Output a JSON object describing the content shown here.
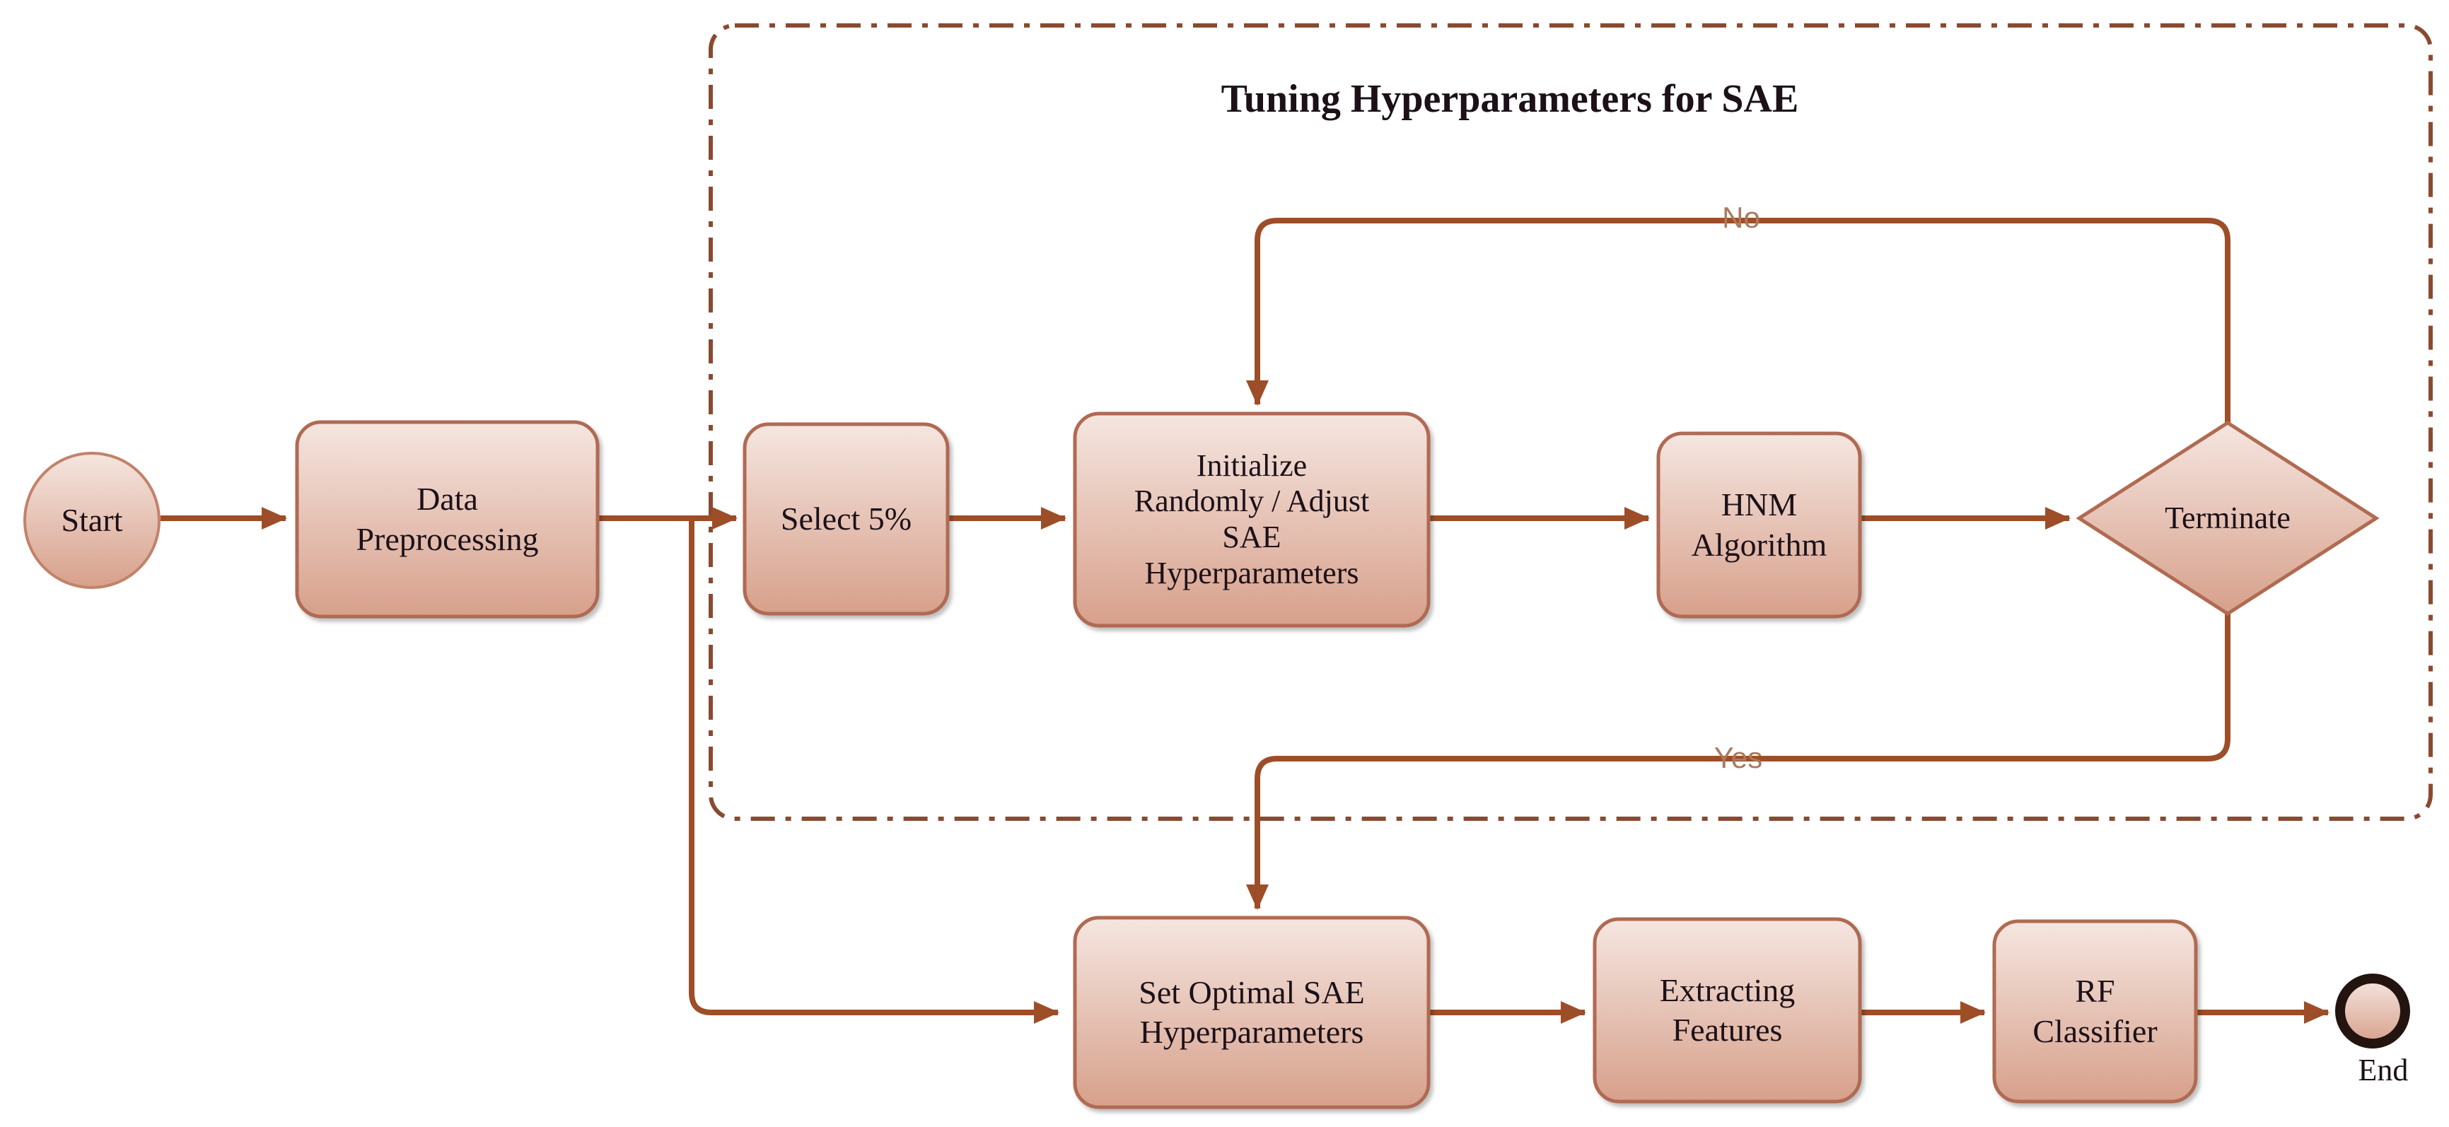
{
  "diagram": {
    "type": "flowchart",
    "container": {
      "title": "Tuning Hyperparameters for SAE",
      "border_style": "dash-dot"
    },
    "nodes": [
      {
        "id": "start",
        "shape": "circle",
        "label": "Start"
      },
      {
        "id": "data_preprocessing",
        "shape": "rounded-rect",
        "label": "Data\nPreprocessing"
      },
      {
        "id": "select_5_percent",
        "shape": "rounded-rect",
        "label": "Select 5%"
      },
      {
        "id": "initialize_adjust",
        "shape": "rounded-rect",
        "label": "Initialize\nRandomly / Adjust\nSAE\nHyperparameters"
      },
      {
        "id": "hnm_algorithm",
        "shape": "rounded-rect",
        "label": "HNM\nAlgorithm"
      },
      {
        "id": "terminate",
        "shape": "diamond",
        "label": "Terminate"
      },
      {
        "id": "set_optimal",
        "shape": "rounded-rect",
        "label": "Set Optimal SAE\nHyperparameters"
      },
      {
        "id": "extracting_features",
        "shape": "rounded-rect",
        "label": "Extracting\nFeatures"
      },
      {
        "id": "rf_classifier",
        "shape": "rounded-rect",
        "label": "RF\nClassifier"
      },
      {
        "id": "end",
        "shape": "circle-thick",
        "label": "End"
      }
    ],
    "edges": [
      {
        "from": "start",
        "to": "data_preprocessing",
        "label": ""
      },
      {
        "from": "data_preprocessing",
        "to": "select_5_percent",
        "label": ""
      },
      {
        "from": "data_preprocessing",
        "to": "set_optimal",
        "label": ""
      },
      {
        "from": "select_5_percent",
        "to": "initialize_adjust",
        "label": ""
      },
      {
        "from": "initialize_adjust",
        "to": "hnm_algorithm",
        "label": ""
      },
      {
        "from": "hnm_algorithm",
        "to": "terminate",
        "label": ""
      },
      {
        "from": "terminate",
        "to": "initialize_adjust",
        "label": "No"
      },
      {
        "from": "terminate",
        "to": "set_optimal",
        "label": "Yes"
      },
      {
        "from": "set_optimal",
        "to": "extracting_features",
        "label": ""
      },
      {
        "from": "extracting_features",
        "to": "rf_classifier",
        "label": ""
      },
      {
        "from": "rf_classifier",
        "to": "end",
        "label": ""
      }
    ],
    "colors": {
      "bg": "#ffffff",
      "line": "#9d4e28",
      "dash": "#8a4a30",
      "node_border": "#b06b52",
      "node_top": "#f5e6e0",
      "node_bottom": "#d7a08b",
      "start_border": "#c2826a",
      "end_ring": "#23140f",
      "text": "#1c1119",
      "edge_label": "#aa7a60"
    }
  }
}
